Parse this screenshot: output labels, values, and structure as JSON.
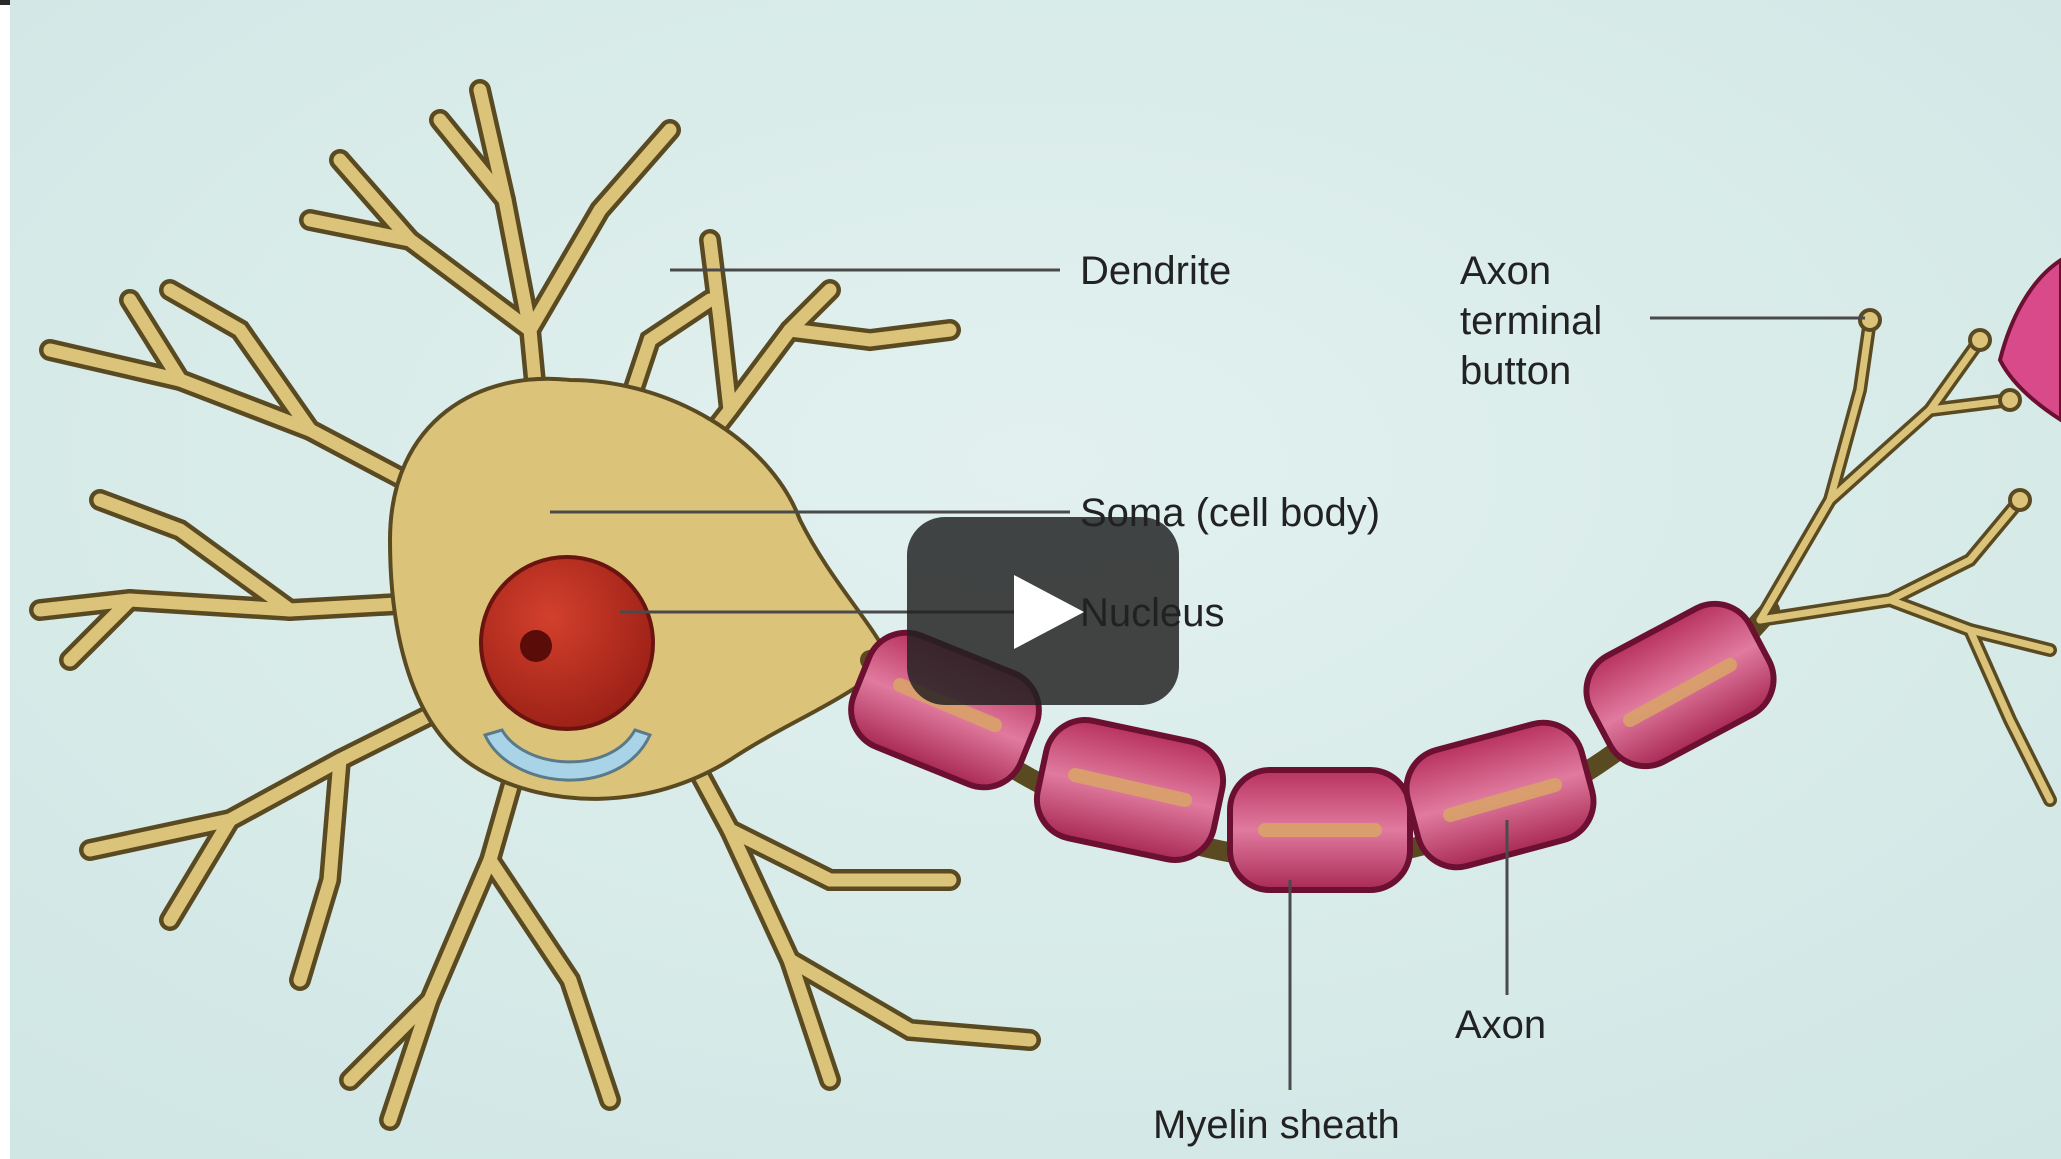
{
  "video": {
    "colors": {
      "background": "#d6ebe9",
      "neuron": "#dcc37a",
      "neuron_outline": "#5a4a22",
      "nucleus": "#b72a1e",
      "myelin": "#c83a6c",
      "axon_core": "#d9a26a",
      "nissl": "#a9d3e6"
    },
    "labels": {
      "dendrite": "Dendrite",
      "soma": "Soma (cell body)",
      "nucleus": "Nucleus",
      "axon_terminal_line1": "Axon",
      "axon_terminal_line2": "terminal",
      "axon_terminal_line3": "button",
      "axon": "Axon",
      "myelin_sheath": "Myelin sheath"
    }
  },
  "player": {
    "play_button": {
      "icon": "play-icon",
      "color": "#212121"
    }
  }
}
